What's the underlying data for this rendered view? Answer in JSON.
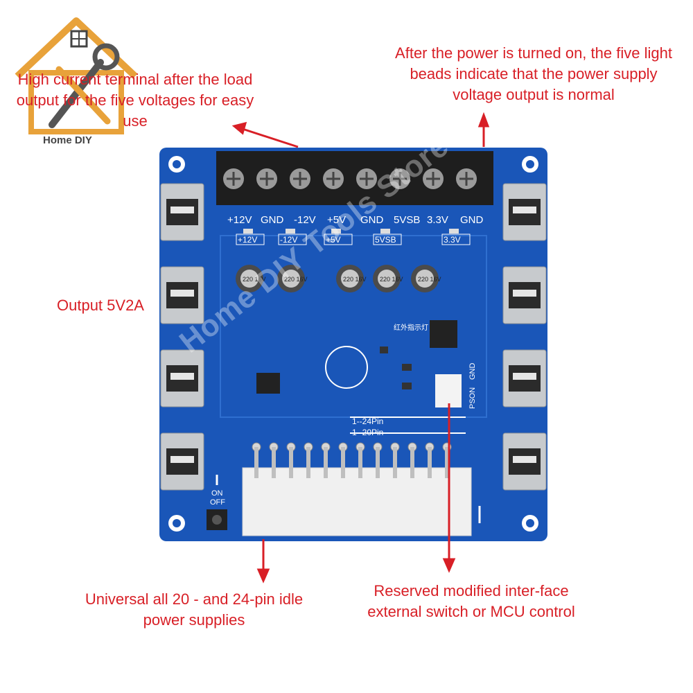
{
  "logo": {
    "text": "Home DIY"
  },
  "annotations": {
    "top_left": "High current terminal after the load output for the five voltages for easy use",
    "top_right": "After the power is turned on, the five light beads indicate that the power supply voltage output is normal",
    "left": "Output 5V2A",
    "bottom_left": "Universal all 20 - and 24-pin idle power supplies",
    "bottom_right": "Reserved modified inter-face external switch or MCU control"
  },
  "board": {
    "terminal_labels": [
      "+12V",
      "GND",
      "-12V",
      "+5V",
      "GND",
      "5VSB",
      "3.3V",
      "GND"
    ],
    "led_labels": [
      "+12V",
      "-12V",
      "+5V",
      "5VSB",
      "3.3V"
    ],
    "capacitor_labels": [
      "220 16V",
      "220 16V",
      "220 16V",
      "220 16V",
      "220 16V"
    ],
    "pin_labels": [
      "1--24Pin",
      "1--20Pin"
    ],
    "chinese_label": "红外指示灯",
    "connector_labels": [
      "PSON",
      "GND"
    ],
    "switch_labels": [
      "ON",
      "OFF"
    ],
    "watermark": "Home DIY Tools Store"
  },
  "colors": {
    "annotation": "#d81f26",
    "pcb": "#1a56b8",
    "terminal": "#1e1e1e",
    "usb": "#c7cacd"
  }
}
